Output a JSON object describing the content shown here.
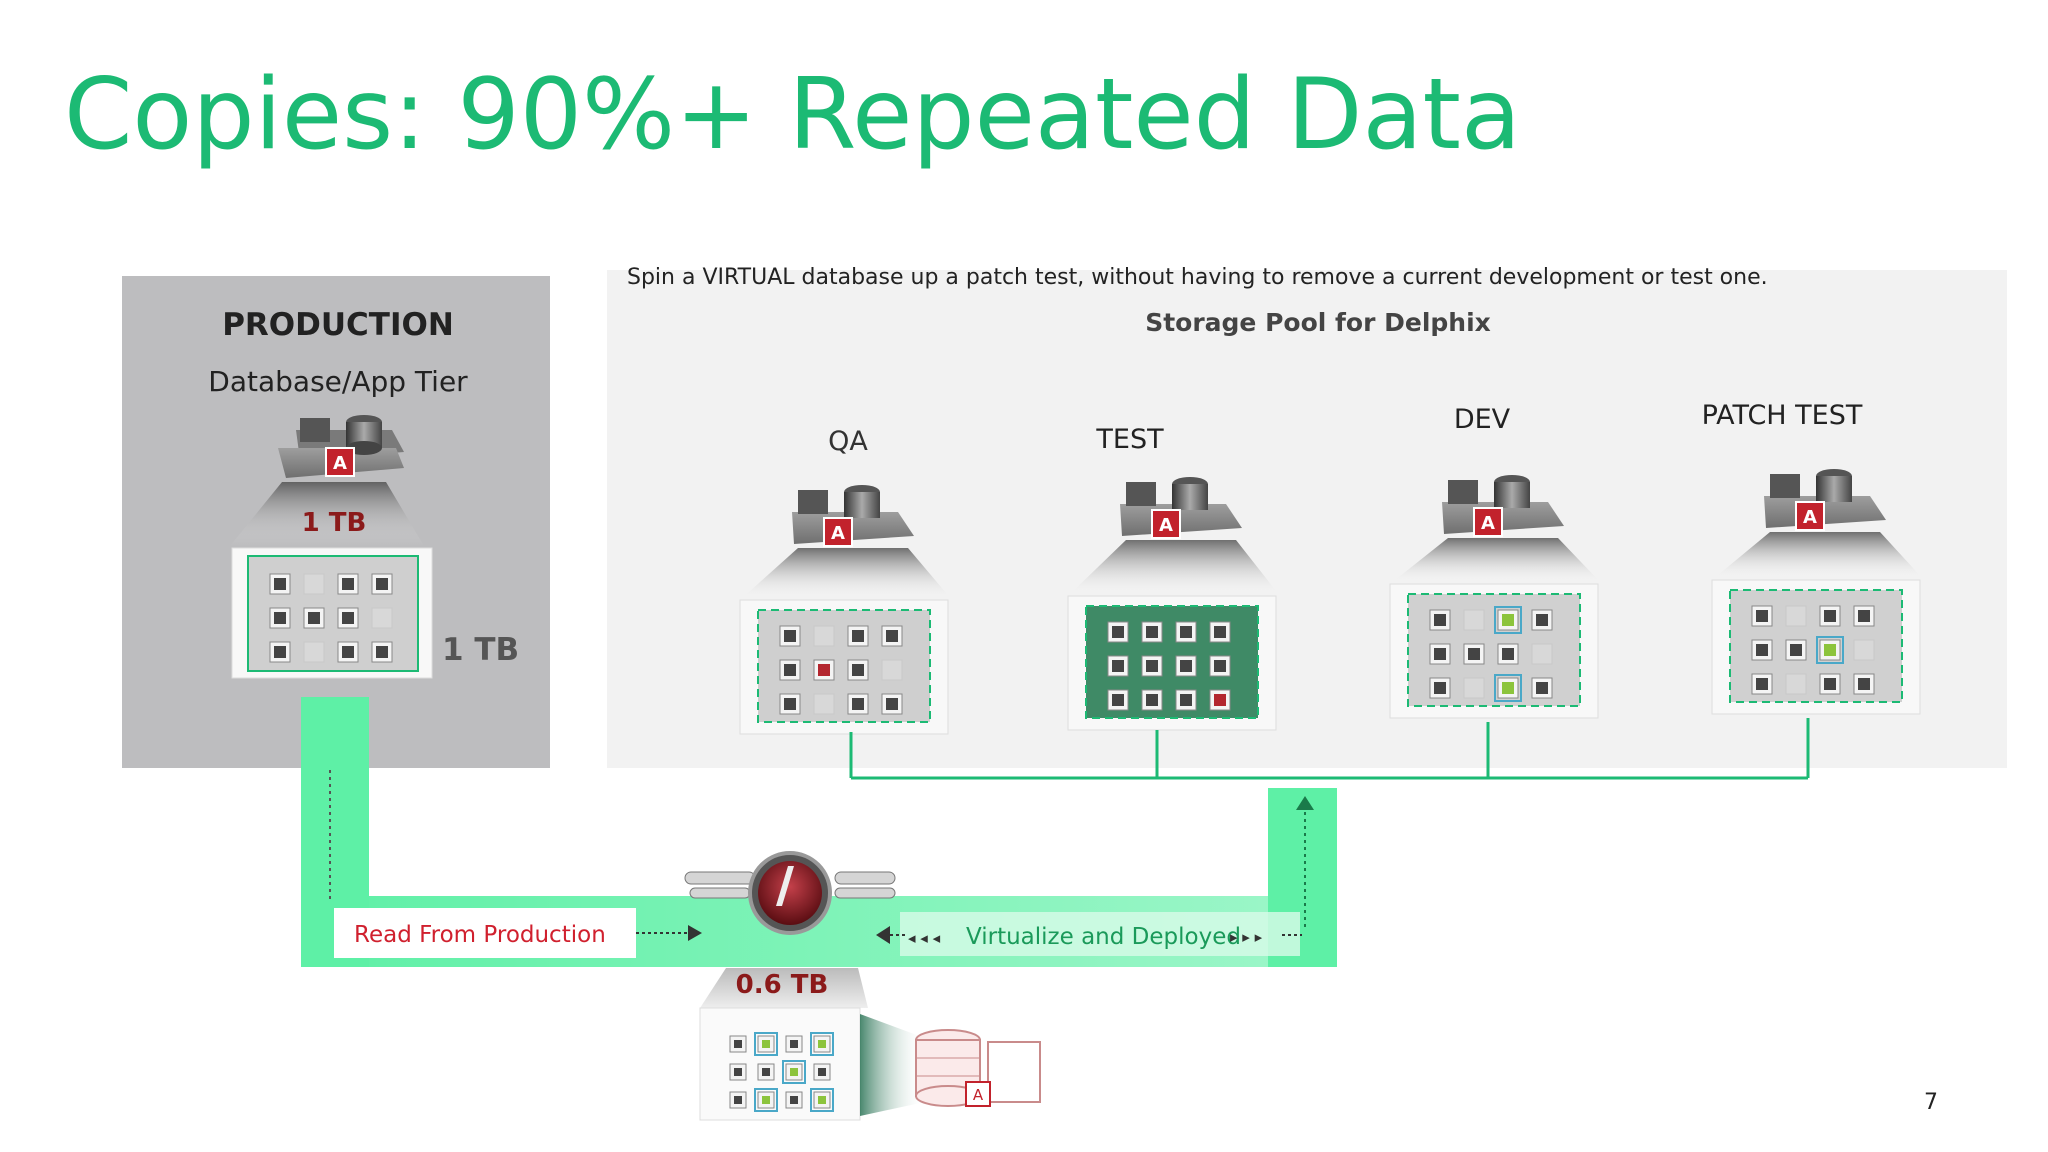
{
  "slide": {
    "title": "Copies: 90%+ Repeated Data",
    "page_number": "7"
  },
  "production": {
    "heading": "PRODUCTION",
    "tier": "Database/App Tier",
    "size_top": "1 TB",
    "size_side": "1 TB"
  },
  "pool": {
    "caption": "Spin a VIRTUAL database up a patch test, without having to remove a current development or test one.",
    "heading": "Storage Pool for Delphix",
    "envs": [
      "QA",
      "TEST",
      "DEV",
      "PATCH TEST"
    ]
  },
  "flow": {
    "read_label": "Read From Production",
    "virtualize_label": "Virtualize and Deployed",
    "engine_size": "0.6 TB"
  },
  "colors": {
    "accent": "#1cba74",
    "flow_green": "#5ef0a6",
    "dark_red": "#8b1a1a",
    "read_red": "#d0202e",
    "prod_bg": "#bdbdbf"
  },
  "icons": [
    "database-server-icon",
    "delphix-engine-icon",
    "oracle-a-icon"
  ]
}
